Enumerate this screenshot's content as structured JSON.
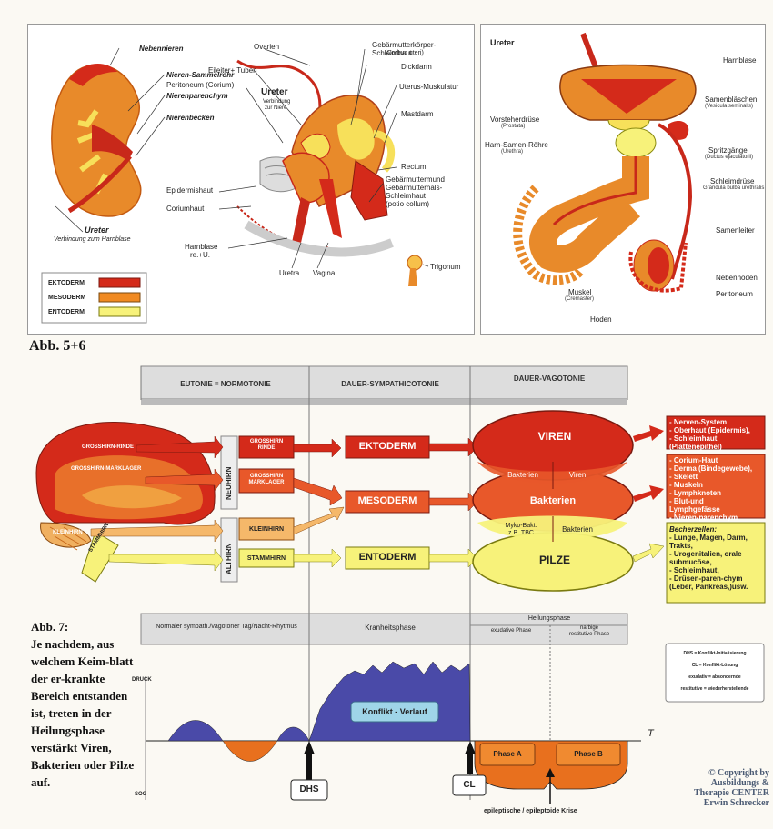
{
  "fig5": {
    "kidney": {
      "nebennieren": "Nebennieren",
      "sammelrohr": "Nieren-Sammelrohr",
      "parenchym": "Nierenparenchym",
      "becken": "Nierenbecken",
      "ureter": "Ureter",
      "ureter_sub": "Verbindung zum Harnblase"
    },
    "female": {
      "ovarien": "Ovarien",
      "eileiter": "Eileiter+ Tuben",
      "peritoneum": "Peritoneum (Corium)",
      "ureter": "Ureter",
      "ureter_sub1": "Verbindung",
      "ureter_sub2": "zur Niere",
      "schleimhaut": "Gebärmutterkörper-Schleimhaut",
      "schleimhaut_sub": "(Corbus uteri)",
      "dickdarm": "Dickdarm",
      "uterus": "Uterus-Muskulatur",
      "mastdarm": "Mastdarm",
      "rectum": "Rectum",
      "muttermund1": "Gebärmuttermund",
      "muttermund2": "Gebärmutterhals-",
      "muttermund3": "Schleimhaut",
      "muttermund4": "(potio collum)",
      "epidermis": "Epidermishaut",
      "corium": "Coriumhaut",
      "harnblase1": "Harnblase",
      "harnblase2": "re.+U.",
      "uretra": "Uretra",
      "vagina": "Vagina",
      "trigonum": "Trigonum"
    },
    "legend": {
      "ektoderm": "EKTODERM",
      "mesoderm": "MESODERM",
      "entoderm": "ENTODERM"
    },
    "male": {
      "ureter": "Ureter",
      "harnblase": "Harnblase",
      "samenblaschen": "Samenbläschen",
      "samenblaschen_sub": "(Vesicula seminalis)",
      "vorsteher": "Vorsteherdrüse",
      "vorsteher_sub": "(Prostata)",
      "harnsamen": "Harn-Samen-Röhre",
      "harnsamen_sub": "(Urethra)",
      "spritz": "Spritzgänge",
      "spritz_sub": "(Ductus ejaculatorii)",
      "schleimdruse": "Schleimdrüse",
      "schleimdruse_sub": "Grandula bulba urethralis",
      "samenleiter": "Samenleiter",
      "nebenhoden": "Nebenhoden",
      "peritoneum": "Peritoneum",
      "muskel": "Muskel",
      "muskel_sub": "(Cremaster)",
      "hoden": "Hoden"
    }
  },
  "abb56": "Abb. 5+6",
  "fig7": {
    "headers": {
      "col1": "EUTONIE = NORMOTONIE",
      "col2": "DAUER-SYMPATHICOTONIE",
      "col3": "DAUER-VAGOTONIE"
    },
    "brain": {
      "rinde": "GROSSHIRN-RINDE",
      "marklager": "GROSSHIRN-MARKLAGER",
      "kleinhirn": "KLEINHIRN",
      "stammhirn": "STAMMHIRN"
    },
    "neuhirn": "NEUHIRN",
    "althirn": "ALTHIRN",
    "boxes": {
      "b1a": "GROSSHIRN",
      "b1b": "RINDE",
      "b2a": "GROSSHIRN",
      "b2b": "MARKLAGER",
      "b3": "KLEINHIRN",
      "b4": "STAMMHIRN"
    },
    "germ": {
      "ekto": "EKTODERM",
      "meso": "MESODERM",
      "ento": "ENTODERM"
    },
    "microbes": {
      "viren": "VIREN",
      "bakterien": "Bakterien",
      "viren_small": "Viren",
      "bakterien_small": "Bakterien",
      "bakterien_big": "Bakterien",
      "myko1": "Myko-Bakt.",
      "myko2": "z.B. TBC",
      "bakterien_right": "Bakterien",
      "pilze": "PILZE"
    },
    "list1": [
      "- Nerven-System",
      "- Oberhaut (Epidermis),",
      "- Schleimhaut",
      "  (Plattenepithel)"
    ],
    "list2": [
      "- Corium-Haut",
      "- Derma (Bindegewebe),",
      "- Skelett",
      "- Muskeln",
      "- Lymphknoten",
      "- Blut-und",
      "  Lymphgefässe",
      "- Nieren-parenchym"
    ],
    "list3_title": "Becherzellen:",
    "list3": [
      "- Lunge, Magen, Darm,",
      "  Trakts,",
      "- Urogenitalien, orale",
      "  submucöse,",
      "- Schleimhaut,",
      "- Drüsen-paren-chym",
      "  (Leber, Pankreas,)usw."
    ]
  },
  "abb7": {
    "head": "Abb. 7:",
    "text": "Je nachdem, aus welchem Keim-blatt der er-krankte Bereich entstanden ist, treten in der Heilungsphase verstärkt Viren, Bakterien oder Pilze auf."
  },
  "graph": {
    "h1": "Normaler sympath./vagotoner Tag/Nacht-Rhytmus",
    "h2": "Kranheitsphase",
    "h3": "Heilungsphase",
    "h3a": "exudative Phase",
    "h3b1": "narbige",
    "h3b2": "restitutive Phase",
    "druck": "DRUCK",
    "sog": "SOG",
    "konflikt": "Konflikt - Verlauf",
    "phaseA": "Phase A",
    "phaseB": "Phase B",
    "T": "T",
    "dhs": "DHS",
    "cl": "CL",
    "krise": "epileptische / epileptoide Krise",
    "legend": [
      "DHS = Konflikt-Initialisierung",
      "CL = Konflikt-Lösung",
      "exudativ = absondernde",
      "restitutive = wiederherstellende"
    ]
  },
  "copyright": [
    "© Copyright by",
    "Ausbildungs &",
    "Therapie CENTER",
    "Erwin Schrecker"
  ],
  "colors": {
    "ektoderm": "#d42a1a",
    "mesoderm": "#f08a22",
    "entoderm": "#f7f27a",
    "graph_blue": "#4a4aa8",
    "phase_orange": "#e8701e"
  }
}
